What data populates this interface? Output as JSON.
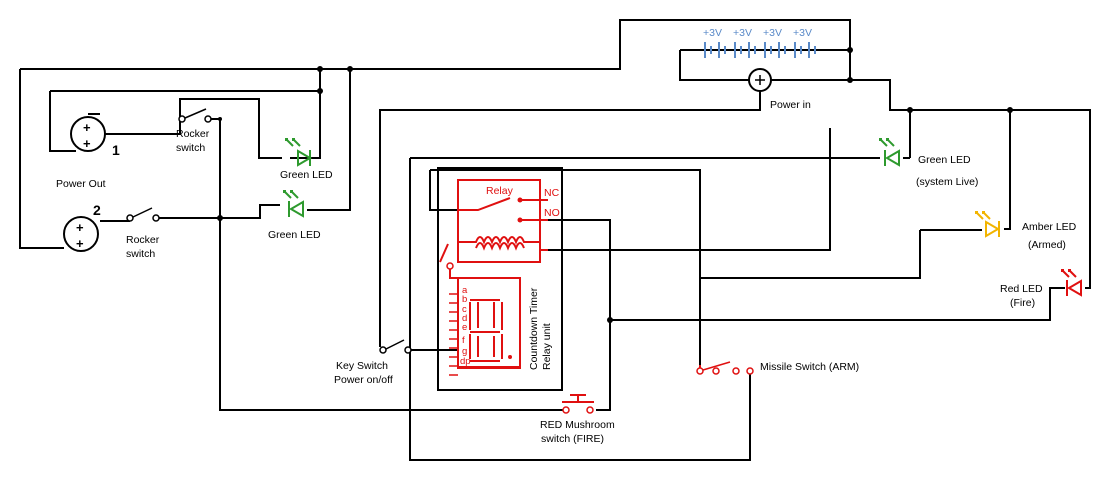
{
  "battery": {
    "cell_labels": [
      "+3V",
      "+3V",
      "+3V",
      "+3V"
    ],
    "power_in_label": "Power in"
  },
  "outlets": {
    "power_out_label": "Power Out",
    "outlet1_number": "1",
    "outlet2_number": "2"
  },
  "switches": {
    "rocker1": [
      "Rocker",
      "switch"
    ],
    "rocker2": [
      "Rocker",
      "switch"
    ],
    "key": [
      "Key Switch",
      "Power on/off"
    ],
    "missile": "Missile Switch (ARM)",
    "mushroom": [
      "RED Mushroom",
      "switch (FIRE)"
    ]
  },
  "leds": {
    "green1": "Green LED",
    "green2": "Green LED",
    "green_live": [
      "Green LED",
      "(system Live)"
    ],
    "amber": [
      "Amber LED",
      "(Armed)"
    ],
    "red": [
      "Red LED",
      "(Fire)"
    ]
  },
  "relay": {
    "title": "Relay",
    "nc": "NC",
    "no": "NO"
  },
  "timer": {
    "segments": [
      "a",
      "b",
      "c",
      "d",
      "e",
      "f",
      "g",
      "dp"
    ],
    "label": [
      "Countdown Timer",
      "Relay unit"
    ]
  },
  "colors": {
    "wire": "#000000",
    "relay_red": "#e01010",
    "battery_blue": "#5a8ac8",
    "led_green": "#2e9a2e",
    "led_amber": "#f2b400",
    "led_red": "#e01010"
  }
}
